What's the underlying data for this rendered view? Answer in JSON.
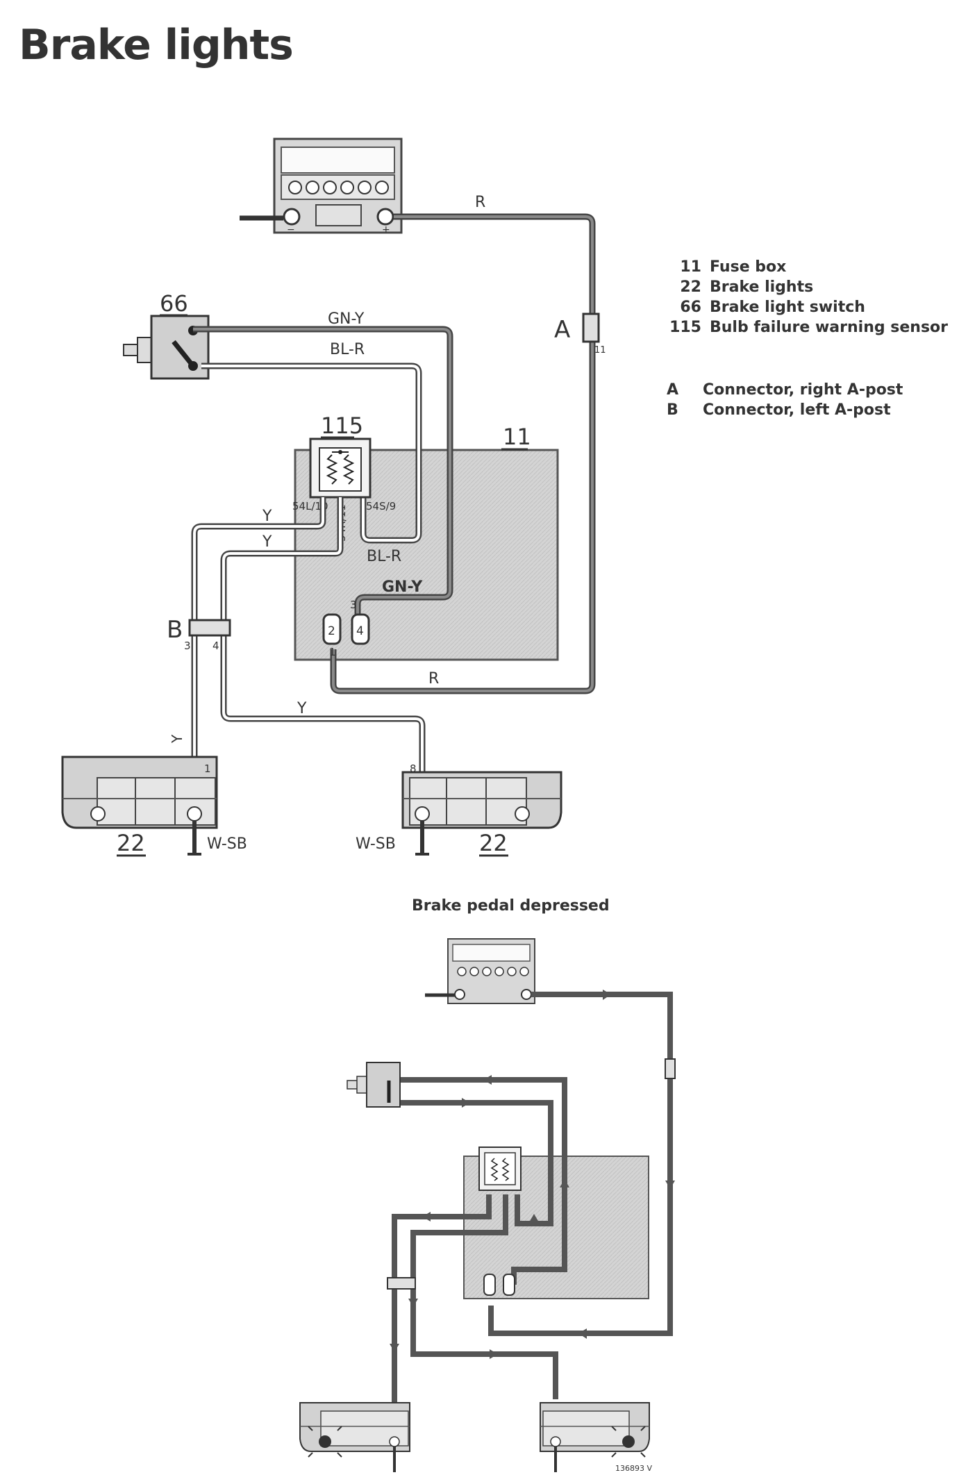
{
  "title": "Brake lights",
  "legend": [
    {
      "number": "11",
      "label": "Fuse box"
    },
    {
      "number": "22",
      "label": "Brake lights"
    },
    {
      "number": "66",
      "label": "Brake light switch"
    },
    {
      "number": "115",
      "label": "Bulb failure warning sensor"
    }
  ],
  "connectors": [
    {
      "letter": "A",
      "label": "Connector, right A-post"
    },
    {
      "letter": "B",
      "label": "Connector, left A-post"
    }
  ],
  "component_labels": {
    "switch": "66",
    "sensor": "115",
    "fusebox": "11",
    "lamp_left": "22",
    "lamp_right": "22",
    "connector_a": "A",
    "connector_b": "B"
  },
  "wire_labels": {
    "r_top": "R",
    "r_bottom": "R",
    "gn_y_top": "GN-Y",
    "gn_y_inner": "GN-Y",
    "bl_r_top": "BL-R",
    "bl_r_inner": "BL-R",
    "y_upper": "Y",
    "y_lower": "Y",
    "y_bottom": "Y",
    "y_vertical": "Y",
    "w_sb_left": "W-SB",
    "w_sb_right": "W-SB"
  },
  "pin_labels": {
    "a_pin": "11",
    "b_pin3": "3",
    "b_pin4": "4",
    "fuse_pin3": "3",
    "fuse_pin1": "1",
    "fuse_term2": "2",
    "fuse_term4": "4",
    "lamp_left_pin": "1",
    "lamp_right_pin": "8",
    "sensor_pin_left": "54L/10",
    "sensor_pin_right": "54S/9",
    "sensor_pin_mid": "54R/11"
  },
  "battery_terminals": {
    "neg": "−",
    "pos": "+"
  },
  "sub_caption": "Brake pedal depressed",
  "figure_code": "136893 V"
}
